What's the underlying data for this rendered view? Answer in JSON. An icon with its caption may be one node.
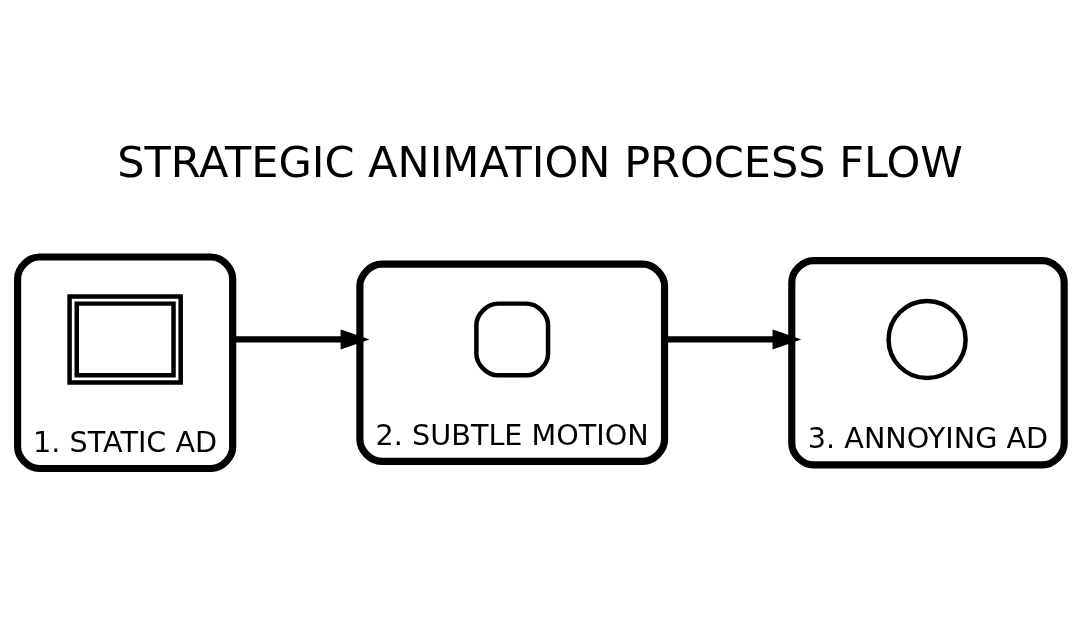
{
  "diagram": {
    "title": "STRATEGIC ANIMATION PROCESS FLOW",
    "nodes": [
      {
        "text": [
          "1. STATIC AD"
        ]
      },
      {
        "text": [],
        "shape": "picture",
        "in": 0
      },
      {
        "text": [
          "2. SUBTLE MOTION"
        ]
      },
      {
        "text": [],
        "shape": "box",
        "in": 2
      },
      {
        "text": [
          "3. ANNOYING AD"
        ]
      },
      {
        "text": [],
        "shape": "circle",
        "in": 4
      }
    ],
    "edges": [
      {
        "from": 0,
        "to": 2,
        "arrow": "to"
      },
      {
        "from": 2,
        "to": 4,
        "arrow": "to"
      }
    ]
  }
}
